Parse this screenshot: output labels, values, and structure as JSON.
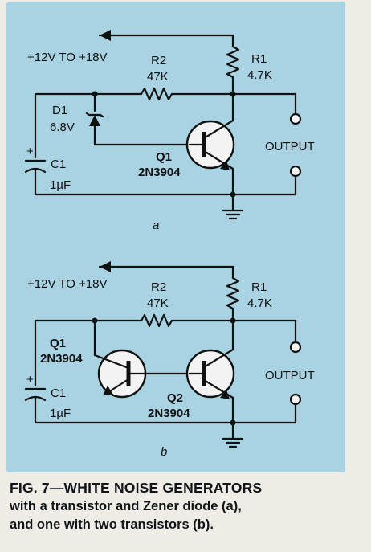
{
  "circuit_a": {
    "supply": "+12V TO +18V",
    "r1_name": "R1",
    "r1_value": "4.7K",
    "r2_name": "R2",
    "r2_value": "47K",
    "d1_name": "D1",
    "d1_value": "6.8V",
    "c1_name": "C1",
    "c1_value": "1µF",
    "q1_name": "Q1",
    "q1_type": "2N3904",
    "output": "OUTPUT",
    "tag": "a"
  },
  "circuit_b": {
    "supply": "+12V TO +18V",
    "r1_name": "R1",
    "r1_value": "4.7K",
    "r2_name": "R2",
    "r2_value": "47K",
    "c1_name": "C1",
    "c1_value": "1µF",
    "q1_name": "Q1",
    "q1_type": "2N3904",
    "q2_name": "Q2",
    "q2_type": "2N3904",
    "output": "OUTPUT",
    "tag": "b"
  },
  "caption": {
    "line1": "FIG. 7—WHITE NOISE GENERATORS",
    "line2": "with a transistor and Zener diode (a),",
    "line3": "and one with two transistors (b)."
  },
  "colors": {
    "panel": "#a9d3e2",
    "ink": "#111111",
    "page": "#eeece5"
  }
}
